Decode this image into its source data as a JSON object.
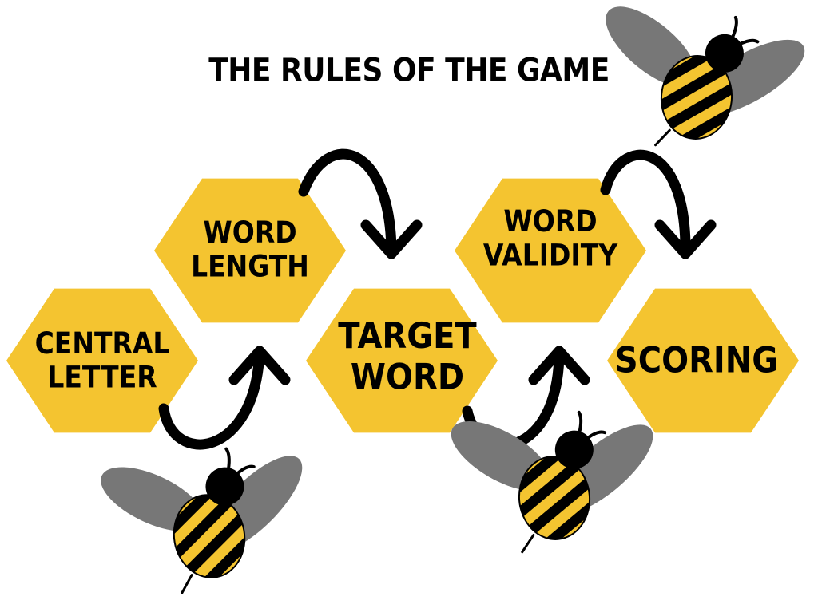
{
  "title": "THE RULES OF THE GAME",
  "colors": {
    "hexagon": "#F4C430",
    "bee_body": "#F4C430",
    "bee_stripe": "#000000",
    "wing": "#777777",
    "arrow": "#000000"
  },
  "steps": [
    {
      "line1": "CENTRAL",
      "line2": "LETTER"
    },
    {
      "line1": "WORD",
      "line2": "LENGTH"
    },
    {
      "line1": "TARGET",
      "line2": "WORD"
    },
    {
      "line1": "WORD",
      "line2": "VALIDITY"
    },
    {
      "line1": "SCORING",
      "line2": ""
    }
  ],
  "icons": [
    "bee-icon",
    "curved-arrow-icon"
  ]
}
